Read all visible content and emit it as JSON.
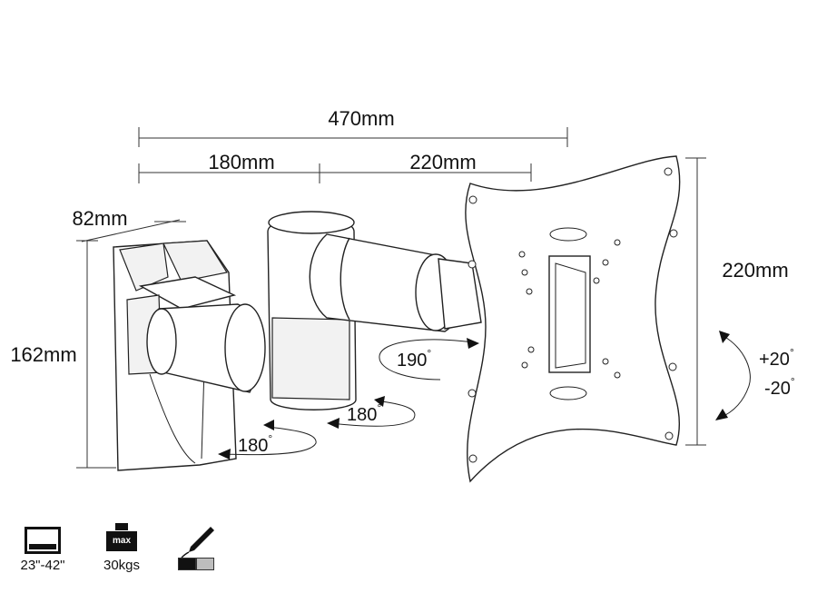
{
  "dimensions": {
    "total_width": "470mm",
    "arm_first": "180mm",
    "arm_second": "220mm",
    "wall_plate_depth": "82mm",
    "wall_plate_height": "162mm",
    "plate_height": "220mm"
  },
  "rotations": {
    "swivel_plate": "190",
    "swivel_mid": "180",
    "swivel_wall": "180",
    "tilt_up": "+20",
    "tilt_down": "-20",
    "degree_symbol": "°"
  },
  "specs": {
    "screen_size": "23\"-42\"",
    "max_load_badge": "max",
    "max_load": "30kgs"
  },
  "colors": {
    "swatch_dark": "#111111",
    "swatch_light": "#bdbdbd"
  },
  "icons": {
    "screen": "tv-icon",
    "weight": "weight-icon",
    "finish": "pen-icon"
  }
}
